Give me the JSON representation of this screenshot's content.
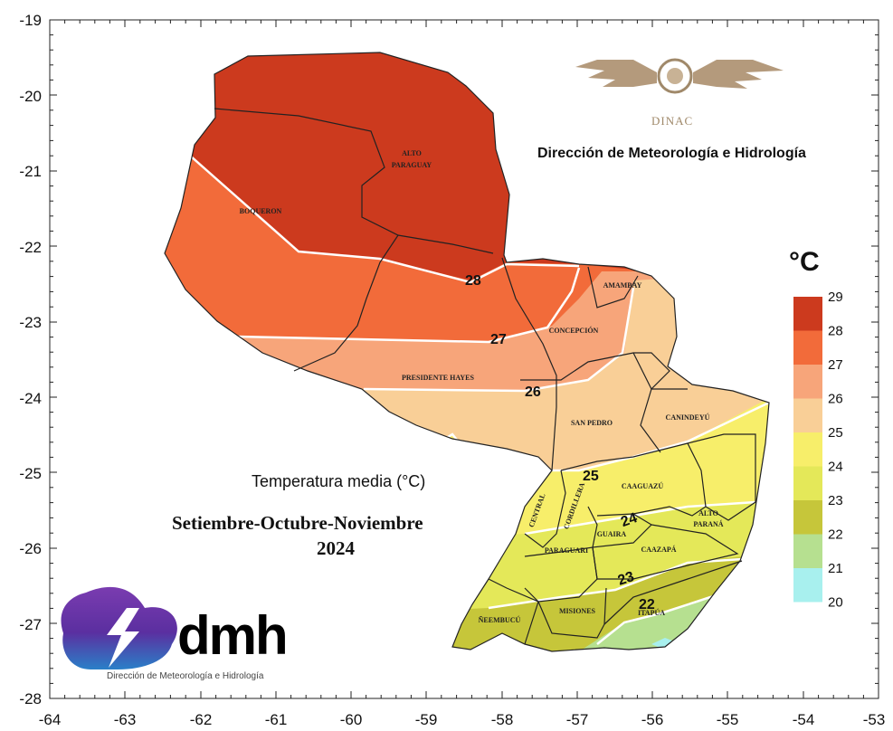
{
  "map": {
    "x_ticks": [
      "-64",
      "-63",
      "-62",
      "-61",
      "-60",
      "-59",
      "-58",
      "-57",
      "-56",
      "-55",
      "-54",
      "-53"
    ],
    "y_ticks": [
      "-19",
      "-20",
      "-21",
      "-22",
      "-23",
      "-24",
      "-25",
      "-26",
      "-27",
      "-28"
    ],
    "departments": [
      "ALTO PARAGUAY",
      "BOQUERON",
      "PRESIDENTE HAYES",
      "CONCEPCIÓN",
      "AMAMBAY",
      "SAN PEDRO",
      "CANINDEYÚ",
      "CAAGUAZÚ",
      "ALTO PARANÁ",
      "CORDILLERA",
      "CENTRAL",
      "GUAIRA",
      "CAAZAPÁ",
      "PARAGUARI",
      "MISIONES",
      "ÑEEMBUCÚ",
      "ITAPÚA"
    ],
    "isotherm_labels": [
      "28",
      "27",
      "26",
      "25",
      "24",
      "23",
      "22"
    ]
  },
  "text": {
    "main_title": "Temperatura media (°C)",
    "period_line1": "Setiembre-Octubre-Noviembre",
    "period_line2": "2024",
    "agency": "Dirección de Meteorología e Hidrología",
    "dinac": "DINAC",
    "dmh_logo": "dmh",
    "dmh_sub": "Dirección de Meteorología e Hidrología"
  },
  "legend": {
    "unit": "°C",
    "labels": [
      "29",
      "28",
      "27",
      "26",
      "25",
      "24",
      "23",
      "22",
      "21",
      "20"
    ],
    "colors": [
      "#cc3a1e",
      "#f26b3a",
      "#f7a57a",
      "#f9cf97",
      "#f7ee6a",
      "#e4e859",
      "#c6c63a",
      "#b6e090",
      "#a8f0ee"
    ]
  }
}
